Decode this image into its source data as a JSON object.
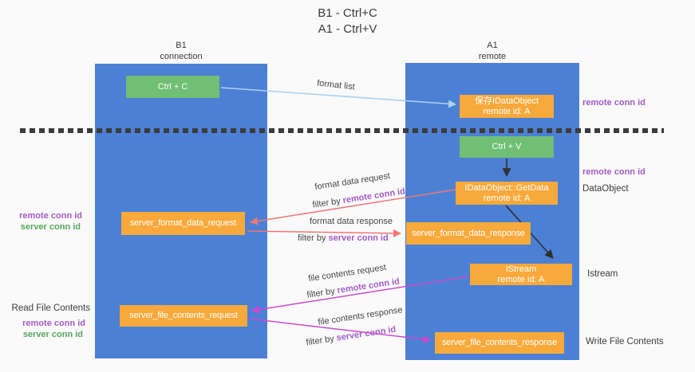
{
  "title": {
    "line1": "B1 - Ctrl+C",
    "line2": "A1 - Ctrl+V"
  },
  "lifelines": {
    "left": {
      "name": "B1",
      "role": "connection"
    },
    "right": {
      "name": "A1",
      "role": "remote"
    }
  },
  "nodes": {
    "ctrl_c": {
      "label": "Ctrl + C"
    },
    "save_idataobject": {
      "line1": "保存IDataObject",
      "line2": "remote id: A"
    },
    "ctrl_v": {
      "label": "Ctrl + V"
    },
    "getdata": {
      "line1": "IDataObject::GetData",
      "line2": "remote id: A"
    },
    "format_request": {
      "label": "server_format_data_request"
    },
    "format_response": {
      "label": "server_format_data_response"
    },
    "istream": {
      "line1": "IStream",
      "line2": "remote id: A"
    },
    "file_request": {
      "label": "server_file_contents_request"
    },
    "file_response": {
      "label": "server_file_contents_response"
    }
  },
  "edge_labels": {
    "format_list": "format list",
    "format_data_request": "format data request",
    "format_data_response": "format data response",
    "file_contents_request": "file contents request",
    "file_contents_response": "file contents response",
    "filter_prefix": "filter by ",
    "remote_conn_id": "remote conn id",
    "server_conn_id": "server conn id"
  },
  "annotations": {
    "left_remote_conn_id_1": "remote conn id",
    "left_server_conn_id_1": "server conn id",
    "read_file_contents": "Read File Contents",
    "left_remote_conn_id_2": "remote conn id",
    "left_server_conn_id_2": "server conn id",
    "right_remote_conn_id_1": "remote conn id",
    "right_remote_conn_id_2": "remote conn id",
    "dataobject": "DataObject",
    "istream": "Istream",
    "write_file_contents": "Write File Contents"
  },
  "colors": {
    "lifeline_blue": "#4c80d4",
    "node_green": "#6fbf74",
    "node_orange": "#f8a93b",
    "purple_label": "#a35cc5",
    "green_label": "#55a85c",
    "red_arrow": "#f17676",
    "magenta_arrow": "#cb49cb",
    "light_blue_arrow": "#a9d2f1",
    "black_arrow": "#2f2f2f"
  }
}
